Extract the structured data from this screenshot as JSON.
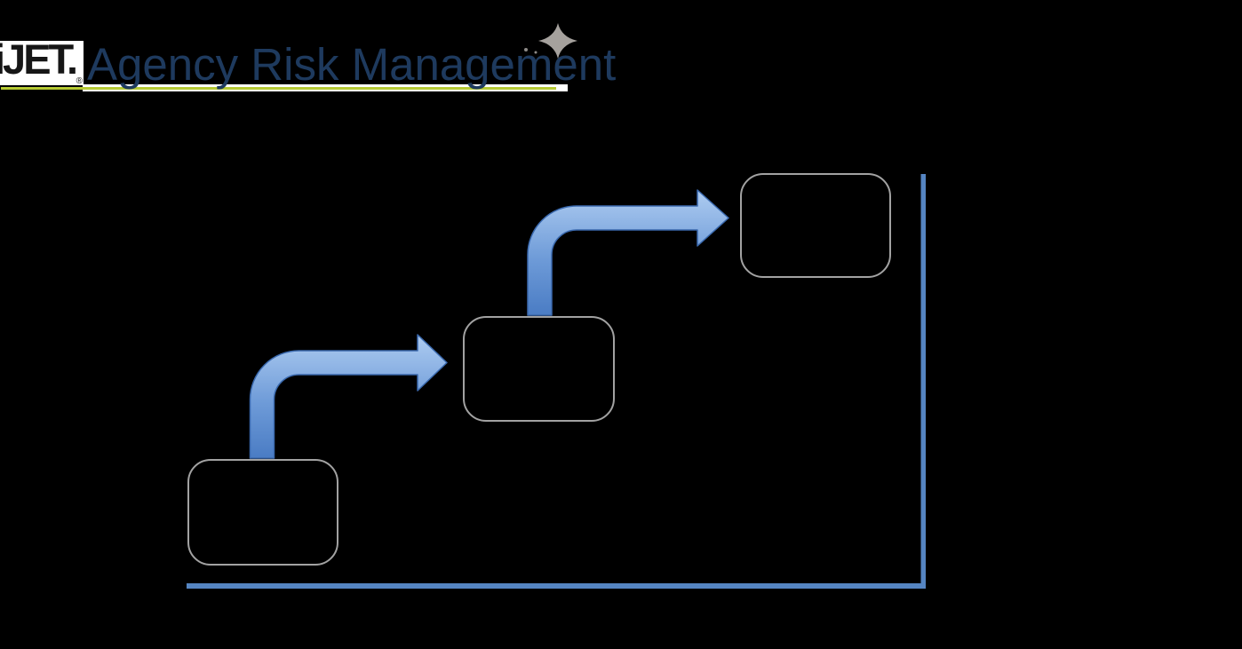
{
  "background_color": "#000000",
  "header": {
    "logo_text": "iJET.",
    "logo_registered_mark": "®",
    "title": "Agency Risk Management",
    "title_color": "#1E3A5E",
    "underline_color": "#B6CA34",
    "logo_background_color": "#FFFFFF",
    "sparkle_icon_color": "#A5A19D"
  },
  "diagram": {
    "type": "staircase-process",
    "description": "Three empty rounded-rectangle steps ascending from lower-left to upper-right, linked by two curved elbow arrows, set against an L-shaped axis (vertical line on the right, horizontal line on the bottom).",
    "boxes": [
      {
        "label": ""
      },
      {
        "label": ""
      },
      {
        "label": ""
      }
    ],
    "box_border_color": "#A2A2A2",
    "arrow_gradient": {
      "light": "#AECCF1",
      "mid": "#6E9BD8",
      "dark": "#4A7CC4",
      "outline": "#3A69AE"
    },
    "axis_color": "#5585C2"
  }
}
